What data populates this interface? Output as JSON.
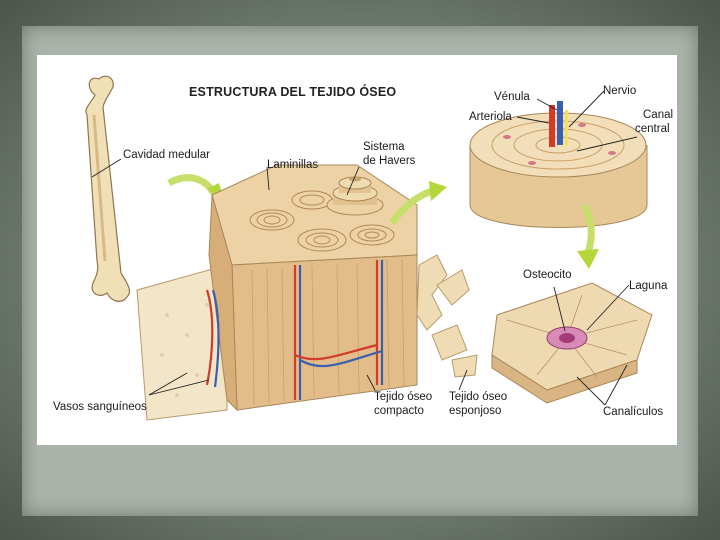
{
  "diagram": {
    "title": "ESTRUCTURA DEL TEJIDO ÓSEO",
    "labels": {
      "cavidad_medular": "Cavidad medular",
      "laminillas": "Laminillas",
      "sistema_havers_1": "Sistema",
      "sistema_havers_2": "de Havers",
      "venula": "Vénula",
      "nervio": "Nervio",
      "arteriola": "Arteriola",
      "canal_1": "Canal",
      "canal_2": "central",
      "osteocito": "Osteocito",
      "laguna": "Laguna",
      "vasos": "Vasos sanguíneos",
      "compacto_1": "Tejido óseo",
      "compacto_2": "compacto",
      "esponjoso_1": "Tejido óseo",
      "esponjoso_2": "esponjoso",
      "canaliculos": "Canalículos"
    },
    "colors": {
      "bone": "#e8c99a",
      "bone_dark": "#c99f68",
      "artery": "#d23a2a",
      "vein": "#3b5fb0",
      "nerve": "#f2e25a",
      "arrow": "#b5d63a",
      "cell": "#b0508c"
    }
  }
}
